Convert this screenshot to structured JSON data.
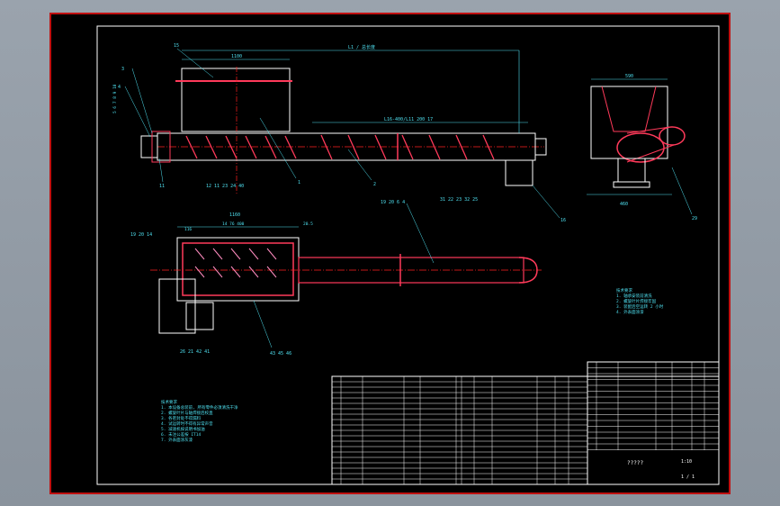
{
  "drawing": {
    "dimensions": {
      "top_length": "1100",
      "overall_length": "L1 / 总长度",
      "screw_pitch": "L16-400/L11 200 17",
      "plan_width": "1160",
      "plan_sub": "14 76 400",
      "plan_right": "20.5",
      "plan_left": "116",
      "side_top": "590",
      "side_bottom": "460"
    },
    "balloons": {
      "b1": "1",
      "b2": "2",
      "b3": "3",
      "b4": "4",
      "b11": "11",
      "b15": "15",
      "b16": "16",
      "b29": "29",
      "bottom_group_left": "12 11 23 24 40",
      "bottom_group_mid": "31 22 23 32 25",
      "plan_left_group": "19 20 14",
      "plan_mid_group": "19 20 6 4",
      "plan_bottom_group": "26 21 42 41",
      "plan_bottom_group2": "43 45 46",
      "left_stack": "5 6 7 8 9 10"
    },
    "notes_block": "技术要求\n1. 轴承安装前清洗\n2. 螺旋叶片焊接牢固\n3. 装配后空运转 2 小时\n4. 外表面涂漆",
    "tech_requirements": "技术要求\n1. 本设备总装前, 所有零件必须清洗干净\n2. 螺旋叶片与轴焊接后校直\n3. 各密封处不得漏料\n4. 试运转时不得有异常声音\n5. 减速机按说明书加油\n6. 未注公差按 IT14\n7. 外表面涂灰漆"
  },
  "title_block": {
    "title": "?????",
    "scale": "1:10",
    "sheet": "1 / 1"
  },
  "colors": {
    "frame": "#c01010",
    "dim": "#4fe0f0",
    "outline": "#ffffff",
    "part": "#ff3a5a",
    "center": "#ff2020",
    "hatch": "#ff8cc0"
  }
}
